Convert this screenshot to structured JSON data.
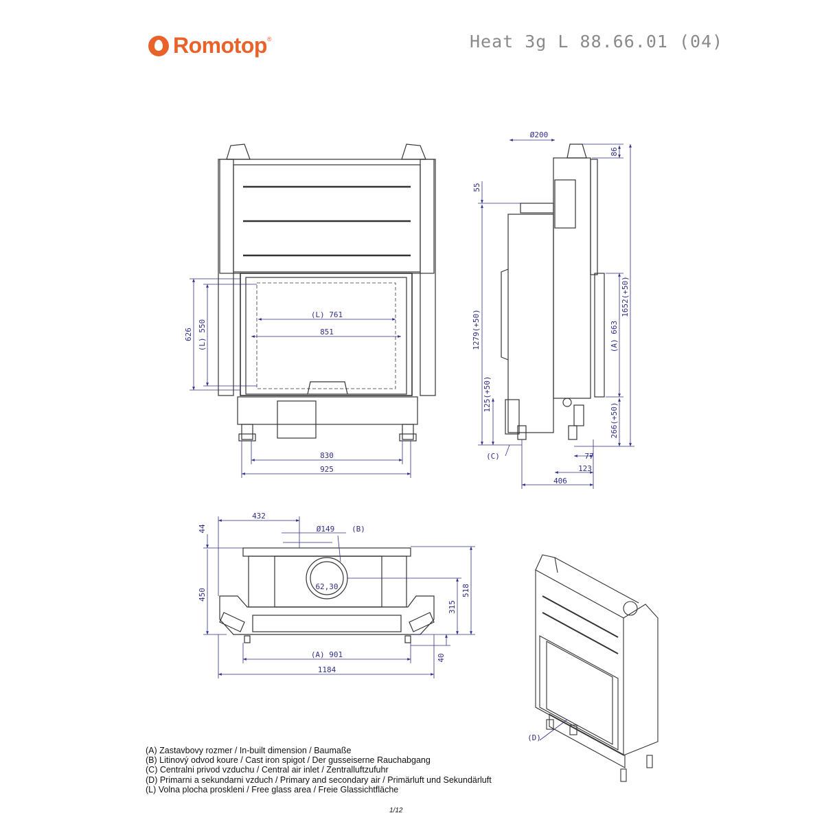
{
  "brand": {
    "name": "Romotop",
    "accent": "#e8622a"
  },
  "model_title": "Heat 3g L 88.66.01 (04)",
  "dimensions": {
    "front": {
      "glass_width": "(L) 761",
      "inner_width": "851",
      "height_total": "626",
      "glass_height": "(L) 550",
      "feet_span": "830",
      "overall_width": "925"
    },
    "side": {
      "flue_diameter": "Ø200",
      "top": "86",
      "spigot_offset": "55",
      "flue_height": "1279(+50)",
      "overall_height": "1652(+50)",
      "inbuilt_height": "(A) 663",
      "air_inlet_height": "125(+50)",
      "base_height": "266(+50)",
      "foot_offset": "77",
      "spigot_depth": "123",
      "depth": "406",
      "label_c": "(C)"
    },
    "top": {
      "flue_offset": "432",
      "spigot_diameter": "Ø149",
      "label_b": "(B)",
      "front_depth": "44",
      "depth_450": "450",
      "angle": "62,30",
      "depth_518": "518",
      "depth_315": "315",
      "inbuilt_width": "(A) 901",
      "overall_width": "1184",
      "bottom_40": "40"
    },
    "iso": {
      "label_d": "(D)"
    }
  },
  "legend": [
    "(A)  Zastavbovy rozmer / In-built dimension / Baumaße",
    "(B)  Litinový odvod koure / Cast iron spigot / Der gusseiserne Rauchabgang",
    "(C)  Centralni privod vzduchu / Central air inlet / Zentralluftzufuhr",
    "(D)  Primarni a sekundarni vzduch / Primary and secondary air / Primärluft und Sekundärluft",
    "(L)  Volna plocha proskleni / Free glass area / Freie Glassichtfläche"
  ],
  "page_number": "1/12",
  "colors": {
    "dimension_lines": "#2e2e8a",
    "drawing_lines": "#333333",
    "model_text": "#8a8a8a"
  }
}
